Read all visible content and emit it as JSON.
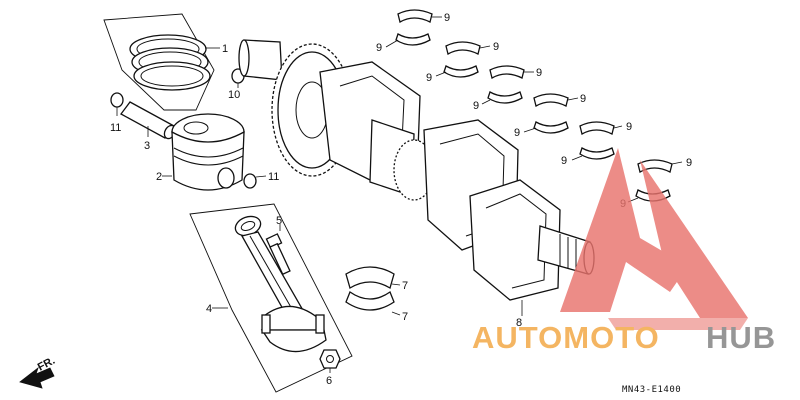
{
  "diagram": {
    "callouts": {
      "c1": "1",
      "c2": "2",
      "c3": "3",
      "c4": "4",
      "c5": "5",
      "c6": "6",
      "c7a": "7",
      "c7b": "7",
      "c8": "8",
      "c9_1": "9",
      "c9_2": "9",
      "c9_3": "9",
      "c9_4": "9",
      "c9_5": "9",
      "c9_6": "9",
      "c9_7": "9",
      "c9_8": "9",
      "c9_9": "9",
      "c9_10": "9",
      "c9_11": "9",
      "c9_12": "9",
      "c10": "10",
      "c11a": "11",
      "c11b": "11"
    },
    "front_marker": "FR.",
    "drawing_code": "MN43-E1400"
  },
  "watermark": {
    "word_a": "AUTOMOTO",
    "word_b": "HUB",
    "colors": {
      "orange": "#f2a640",
      "red": "#e8736d",
      "gray": "#808080"
    }
  }
}
